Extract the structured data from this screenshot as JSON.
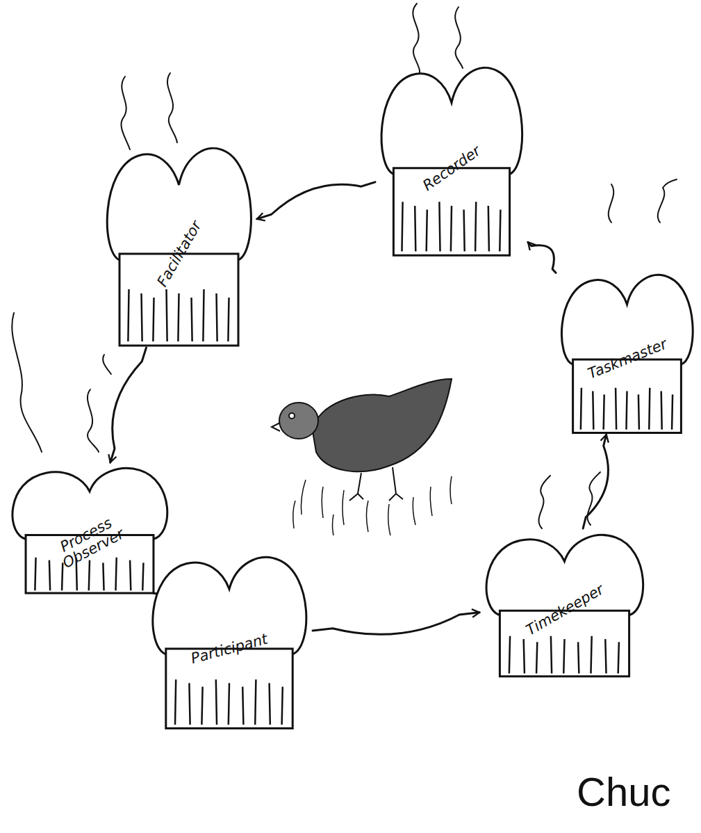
{
  "diagram": {
    "nodes": [
      {
        "text": [
          "Recorder"
        ]
      },
      {
        "text": [
          "Facilitator"
        ]
      },
      {
        "text": [
          "Taskmaster"
        ]
      },
      {
        "text": [
          "Process Observer"
        ]
      },
      {
        "text": [
          "Timekeeper"
        ]
      },
      {
        "text": [
          "Participant"
        ]
      }
    ],
    "edges": [
      {
        "from": 0,
        "to": 1,
        "arrow": "to"
      },
      {
        "from": 1,
        "to": 3,
        "arrow": "to"
      },
      {
        "from": 3,
        "to": 5,
        "arrow": "to"
      },
      {
        "from": 5,
        "to": 4,
        "arrow": "to"
      },
      {
        "from": 4,
        "to": 2,
        "arrow": "to"
      },
      {
        "from": 2,
        "to": 0,
        "arrow": "to"
      }
    ],
    "labels": [
      "Chuc"
    ]
  }
}
